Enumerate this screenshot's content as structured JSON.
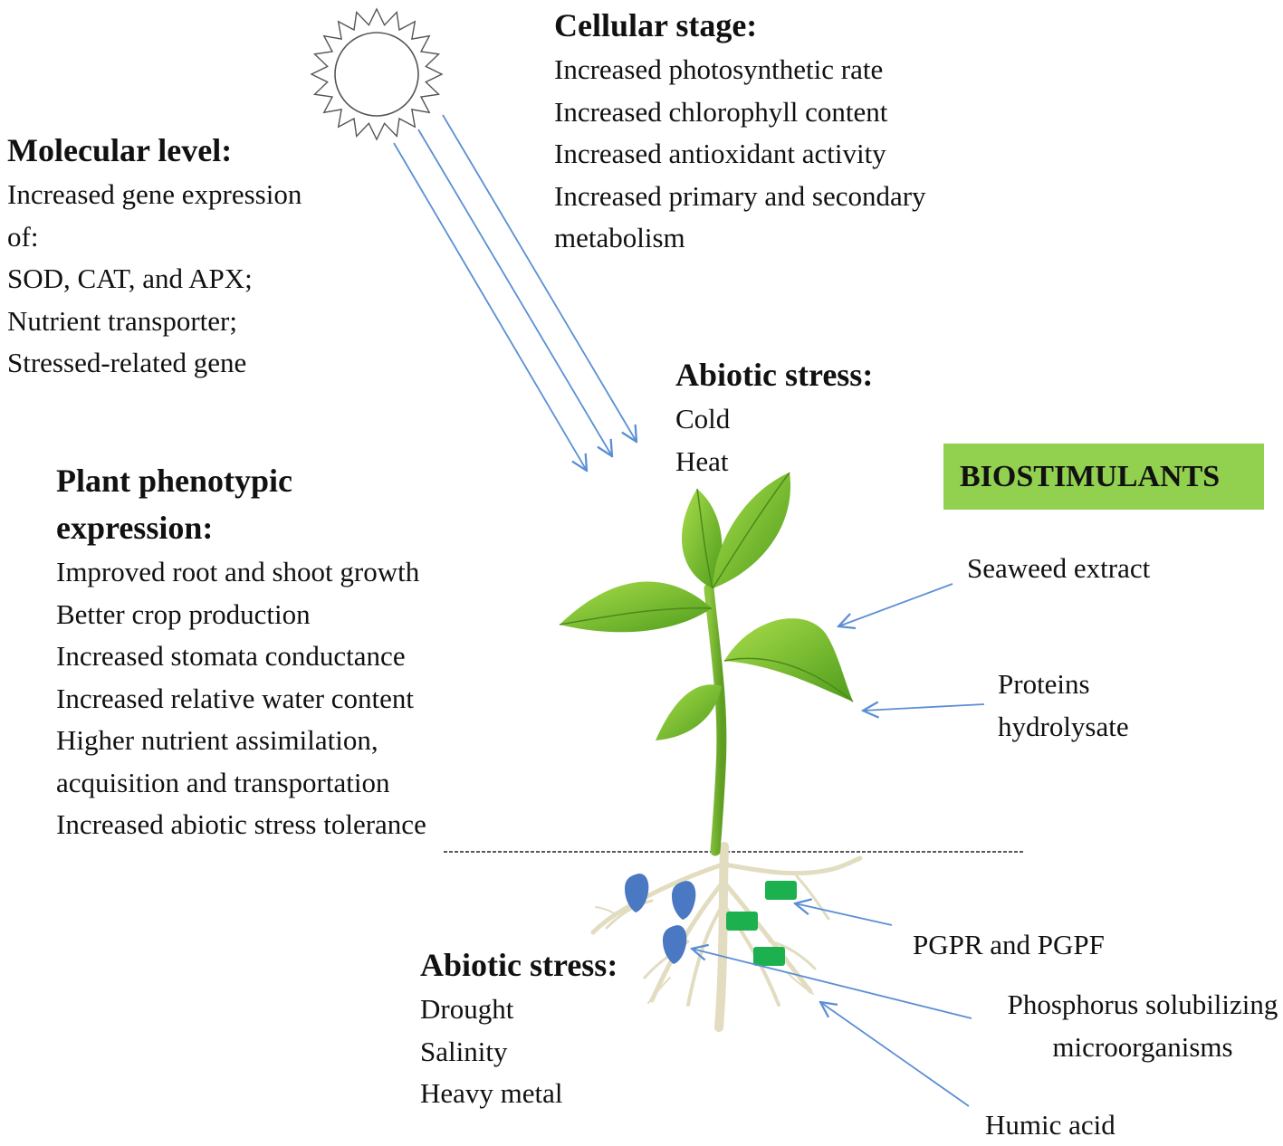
{
  "molecular": {
    "heading": "Molecular level:",
    "lines": [
      "Increased gene expression",
      "of:",
      "SOD, CAT, and APX;",
      "Nutrient  transporter;",
      "Stressed-related gene"
    ]
  },
  "cellular": {
    "heading": "Cellular  stage:",
    "lines": [
      "Increased photosynthetic rate",
      "Increased chlorophyll  content",
      "Increased antioxidant  activity",
      "Increased primary  and secondary",
      "metabolism"
    ]
  },
  "phenotypic": {
    "heading_lines": [
      "Plant phenotypic",
      "expression:"
    ],
    "lines": [
      "Improved root and shoot growth",
      "Better crop production",
      "Increased stomata conductance",
      "Increased relative  water  content",
      "Higher  nutrient  assimilation,",
      "acquisition  and transportation",
      "Increased abiotic stress tolerance"
    ]
  },
  "abiotic_above": {
    "heading": "Abiotic  stress:",
    "lines": [
      "Cold",
      "Heat"
    ]
  },
  "abiotic_below": {
    "heading": "Abiotic  stress:",
    "lines": [
      "Drought",
      "Salinity",
      "Heavy metal"
    ]
  },
  "biostimulants": {
    "title": "BIOSTIMULANTS",
    "box_color": "#92d050",
    "items": {
      "seaweed": "Seaweed extract",
      "proteins": [
        "Proteins",
        "hydrolysate"
      ],
      "pgpr": "PGPR and PGPF",
      "phosphorus": [
        "Phosphorus solubilizing",
        "microorganisms"
      ],
      "humic": "Humic acid"
    }
  },
  "colors": {
    "arrow": "#5b8fd4",
    "leaf": "#6fbe2a",
    "root": "#e2dcc0",
    "microbe_blue": "#4a78c2",
    "microbe_green": "#1db04f"
  }
}
